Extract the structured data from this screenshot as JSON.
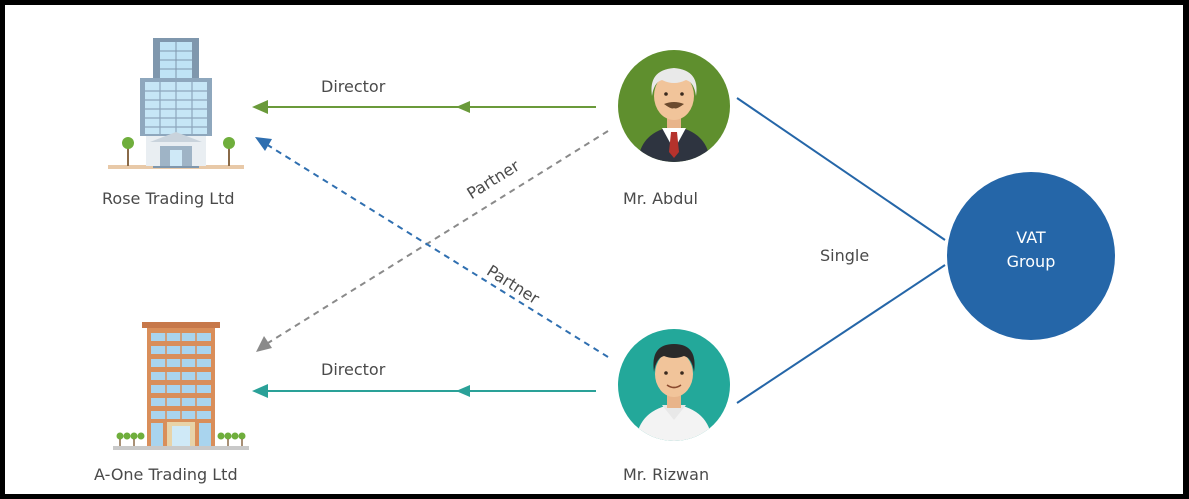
{
  "entities": {
    "rose": {
      "label": "Rose Trading Ltd"
    },
    "aone": {
      "label": "A-One Trading Ltd"
    },
    "abdul": {
      "label": "Mr. Abdul"
    },
    "rizwan": {
      "label": "Mr. Rizwan"
    },
    "vat_group": {
      "line1": "VAT",
      "line2": "Group"
    }
  },
  "relations": {
    "abdul_rose": "Director",
    "rizwan_aone": "Director",
    "abdul_aone": "Partner",
    "rizwan_rose": "Partner",
    "single": "Single"
  },
  "colors": {
    "abdul_director": "#6a9a3a",
    "rizwan_director": "#2aa198",
    "partner_abdul": "#8a8a8a",
    "partner_rizwan": "#2f6fb0",
    "vat": "#2566a8",
    "abdul_bg": "#5f8f2e",
    "rizwan_bg": "#23a89a"
  },
  "icons": {
    "rose": "office-tower-icon",
    "aone": "brick-building-icon",
    "abdul": "elderly-man-avatar-icon",
    "rizwan": "young-man-avatar-icon"
  }
}
